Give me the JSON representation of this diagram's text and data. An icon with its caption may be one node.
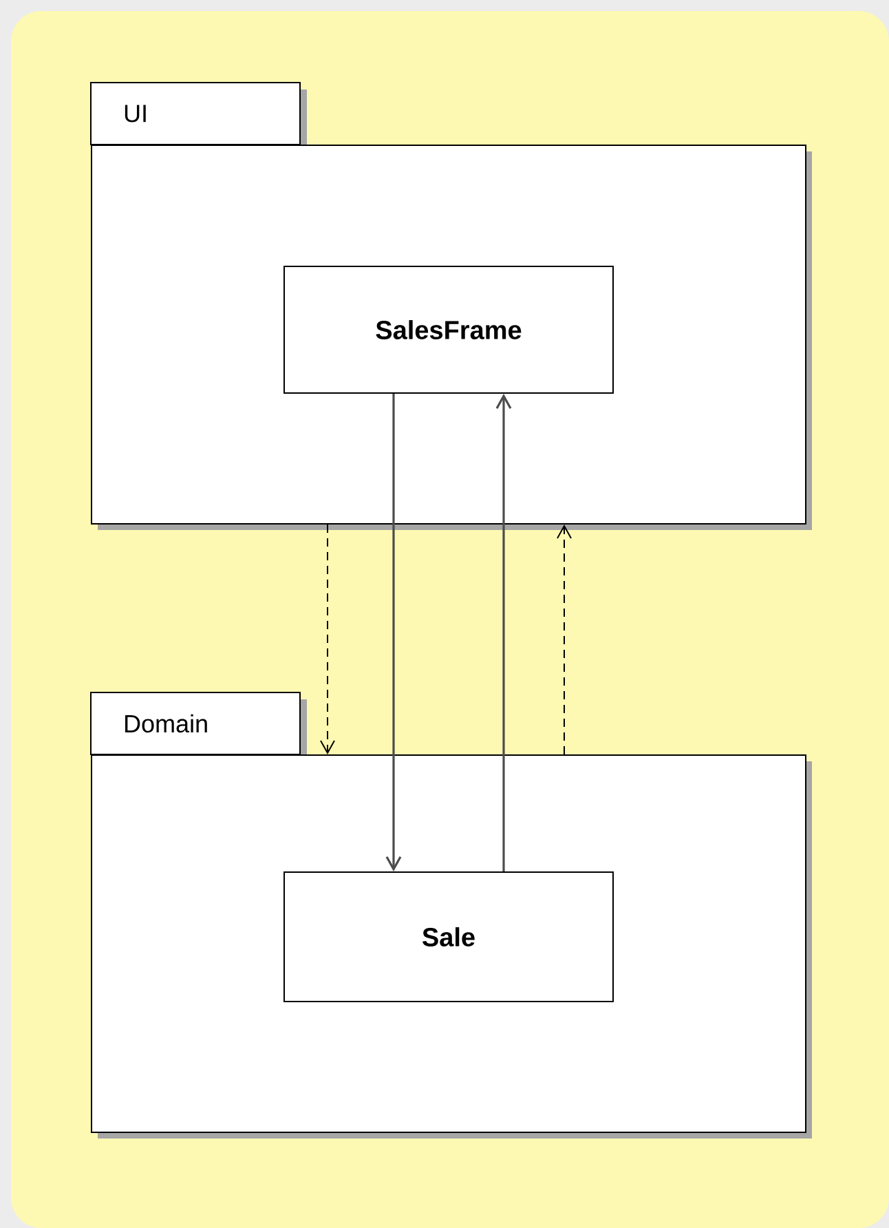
{
  "diagram": {
    "nodes": [
      {
        "text": [
          "UI"
        ]
      },
      {
        "text": [
          "SalesFrame"
        ],
        "in": 0
      },
      {
        "text": [
          "Domain"
        ]
      },
      {
        "text": [
          "Sale"
        ],
        "in": 2
      }
    ],
    "edges": [
      {
        "from": 1,
        "to": 3,
        "arrow": "to"
      },
      {
        "from": 3,
        "to": 1,
        "arrow": "to"
      },
      {
        "from": 0,
        "to": 2,
        "arrow": "to",
        "style": "dashed"
      },
      {
        "from": 2,
        "to": 0,
        "arrow": "to",
        "style": "dashed"
      }
    ]
  }
}
